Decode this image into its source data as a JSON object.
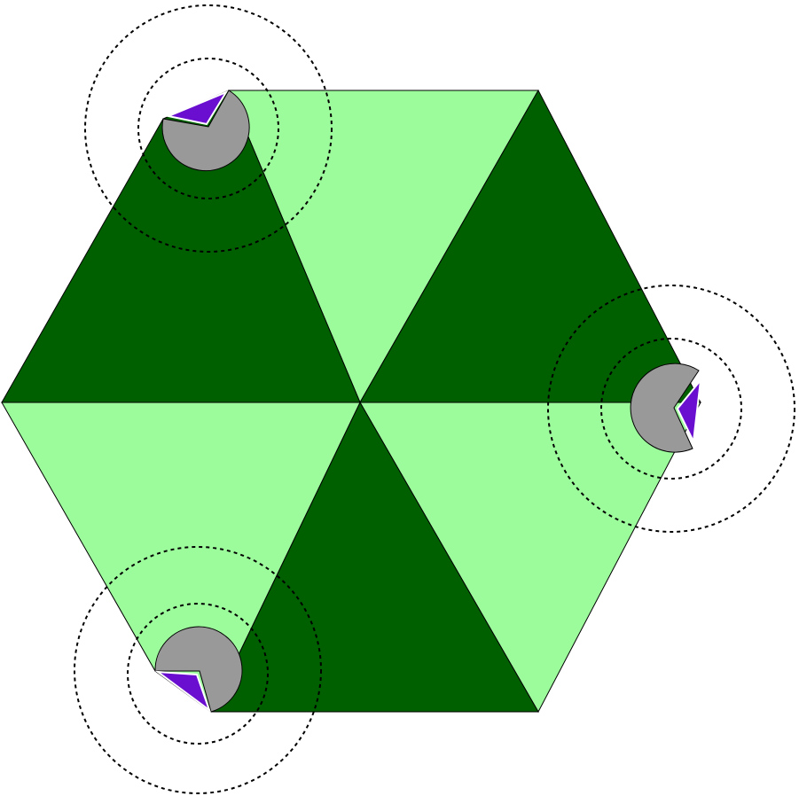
{
  "diagram": {
    "hexagon": {
      "sectors": [
        {
          "name": "sector-top",
          "shade": "light"
        },
        {
          "name": "sector-upper-right",
          "shade": "dark"
        },
        {
          "name": "sector-lower-right",
          "shade": "light"
        },
        {
          "name": "sector-bottom",
          "shade": "dark"
        },
        {
          "name": "sector-lower-left",
          "shade": "light"
        },
        {
          "name": "sector-upper-left",
          "shade": "dark"
        }
      ]
    },
    "sensors": [
      {
        "name": "sensor-top-left"
      },
      {
        "name": "sensor-right"
      },
      {
        "name": "sensor-bottom-left"
      }
    ],
    "colors": {
      "dark_green": "#006000",
      "light_green": "#9cfc9c",
      "disc_gray": "#999999",
      "wedge_purple": "#6a0fd0",
      "outline": "#000000",
      "range_ring": "#000000"
    }
  }
}
